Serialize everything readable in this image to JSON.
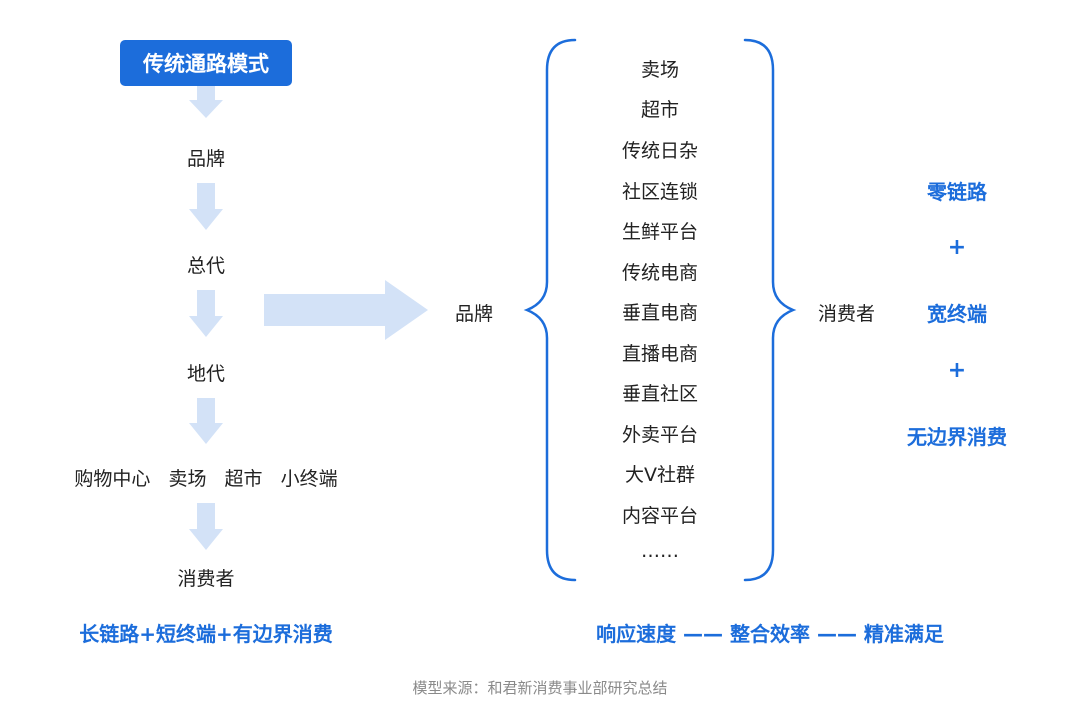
{
  "left_flow": {
    "title": "传统通路模式",
    "steps": [
      "品牌",
      "总代",
      "地代",
      "购物中心   卖场   超市   小终端",
      "消费者"
    ],
    "summary": "长链路+短终端+有边界消费"
  },
  "middle": {
    "brand": "品牌",
    "channels": [
      "卖场",
      "超市",
      "传统日杂",
      "社区连锁",
      "生鲜平台",
      "传统电商",
      "垂直电商",
      "直播电商",
      "垂直社区",
      "外卖平台",
      "大V社群",
      "内容平台",
      "……"
    ],
    "consumer": "消费者",
    "summary": "响应速度 —— 整合效率 —— 精准满足"
  },
  "right": {
    "items": [
      "零链路",
      "+",
      "宽终端",
      "+",
      "无边界消费"
    ]
  },
  "source": "模型来源：和君新消费事业部研究总结",
  "colors": {
    "accent": "#1C6DDB",
    "arrow": "#D3E2F7"
  }
}
